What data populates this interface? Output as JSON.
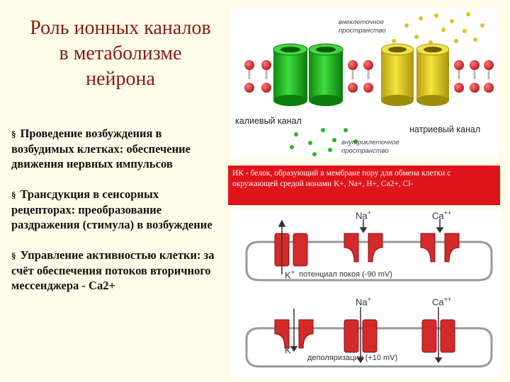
{
  "title": "Роль ионных каналов в метаболизме нейрона",
  "bullets": [
    {
      "marker": "§",
      "text": "Проведение возбуждения в возбудимых клетках: обеспечение движения нервных импульсов"
    },
    {
      "marker": "§",
      "text": "Трансдукция в сенсорных рецепторах: преобразование раздражения (стимула) в возбуждение"
    },
    {
      "marker": "§",
      "text": "Управление активностью клетки: за счёт обеспечения потоков вторичного мессенджера - Ca2+"
    }
  ],
  "membrane_figure": {
    "extracellular_label": "внеклеточное пространство",
    "intracellular_label": "внутриклеточное пространство",
    "potassium_channel_label": "калиевый канал",
    "sodium_channel_label": "натриевый канал",
    "colors": {
      "potassium": "#1fbf1f",
      "sodium": "#e6d21a",
      "lipid_head": "#d8232a",
      "ion_dot_yellow": "#e0c21a",
      "ion_dot_green": "#2bb52b"
    }
  },
  "definition": "ИК - белок, образующий в мембране пору для обмена клетки с окружающей средой ионами K+, Na+, H+, Ca2+, Cl-",
  "gating_figure": {
    "top": {
      "ion_na": "Na",
      "ion_na_charge": "+",
      "ion_ca": "Ca",
      "ion_ca_charge": "++",
      "ion_k": "K",
      "ion_k_charge": "+",
      "state_label": "потенциал покоя (-90 mV)"
    },
    "bottom": {
      "ion_na": "Na",
      "ion_na_charge": "+",
      "ion_ca": "Ca",
      "ion_ca_charge": "++",
      "ion_k": "K",
      "ion_k_charge": "+",
      "state_label": "деполяризация (+10 mV)"
    },
    "colors": {
      "channel": "#d42a2a",
      "membrane": "#9a9a9a"
    }
  }
}
